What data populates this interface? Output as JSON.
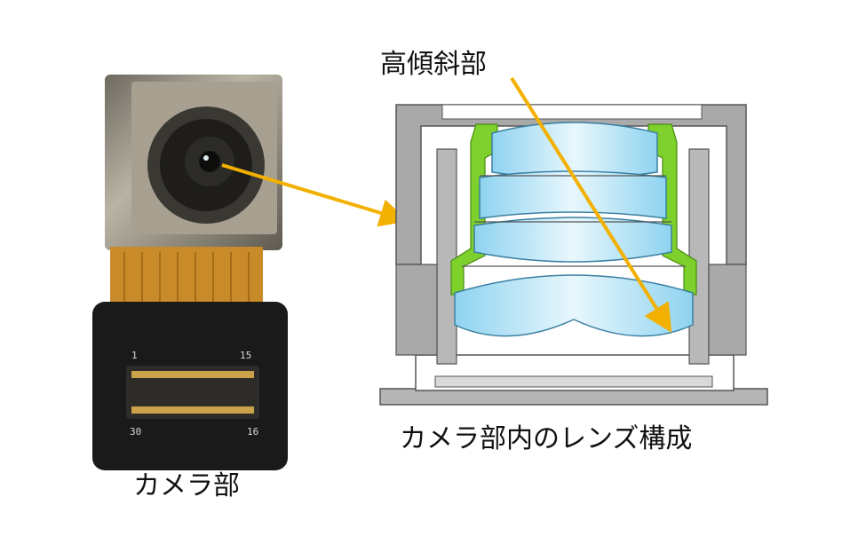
{
  "labels": {
    "high_slope": "高傾斜部",
    "lens_config": "カメラ部内のレンズ構成",
    "camera": "カメラ部"
  },
  "colors": {
    "arrow": "#f2b000",
    "frame_gray": "#aaaaaa",
    "holder_green": "#7ed02c",
    "lens_blue": "#a9dff5",
    "pcb_black": "#1a1a1a",
    "flex_orange": "#c98a2a"
  }
}
